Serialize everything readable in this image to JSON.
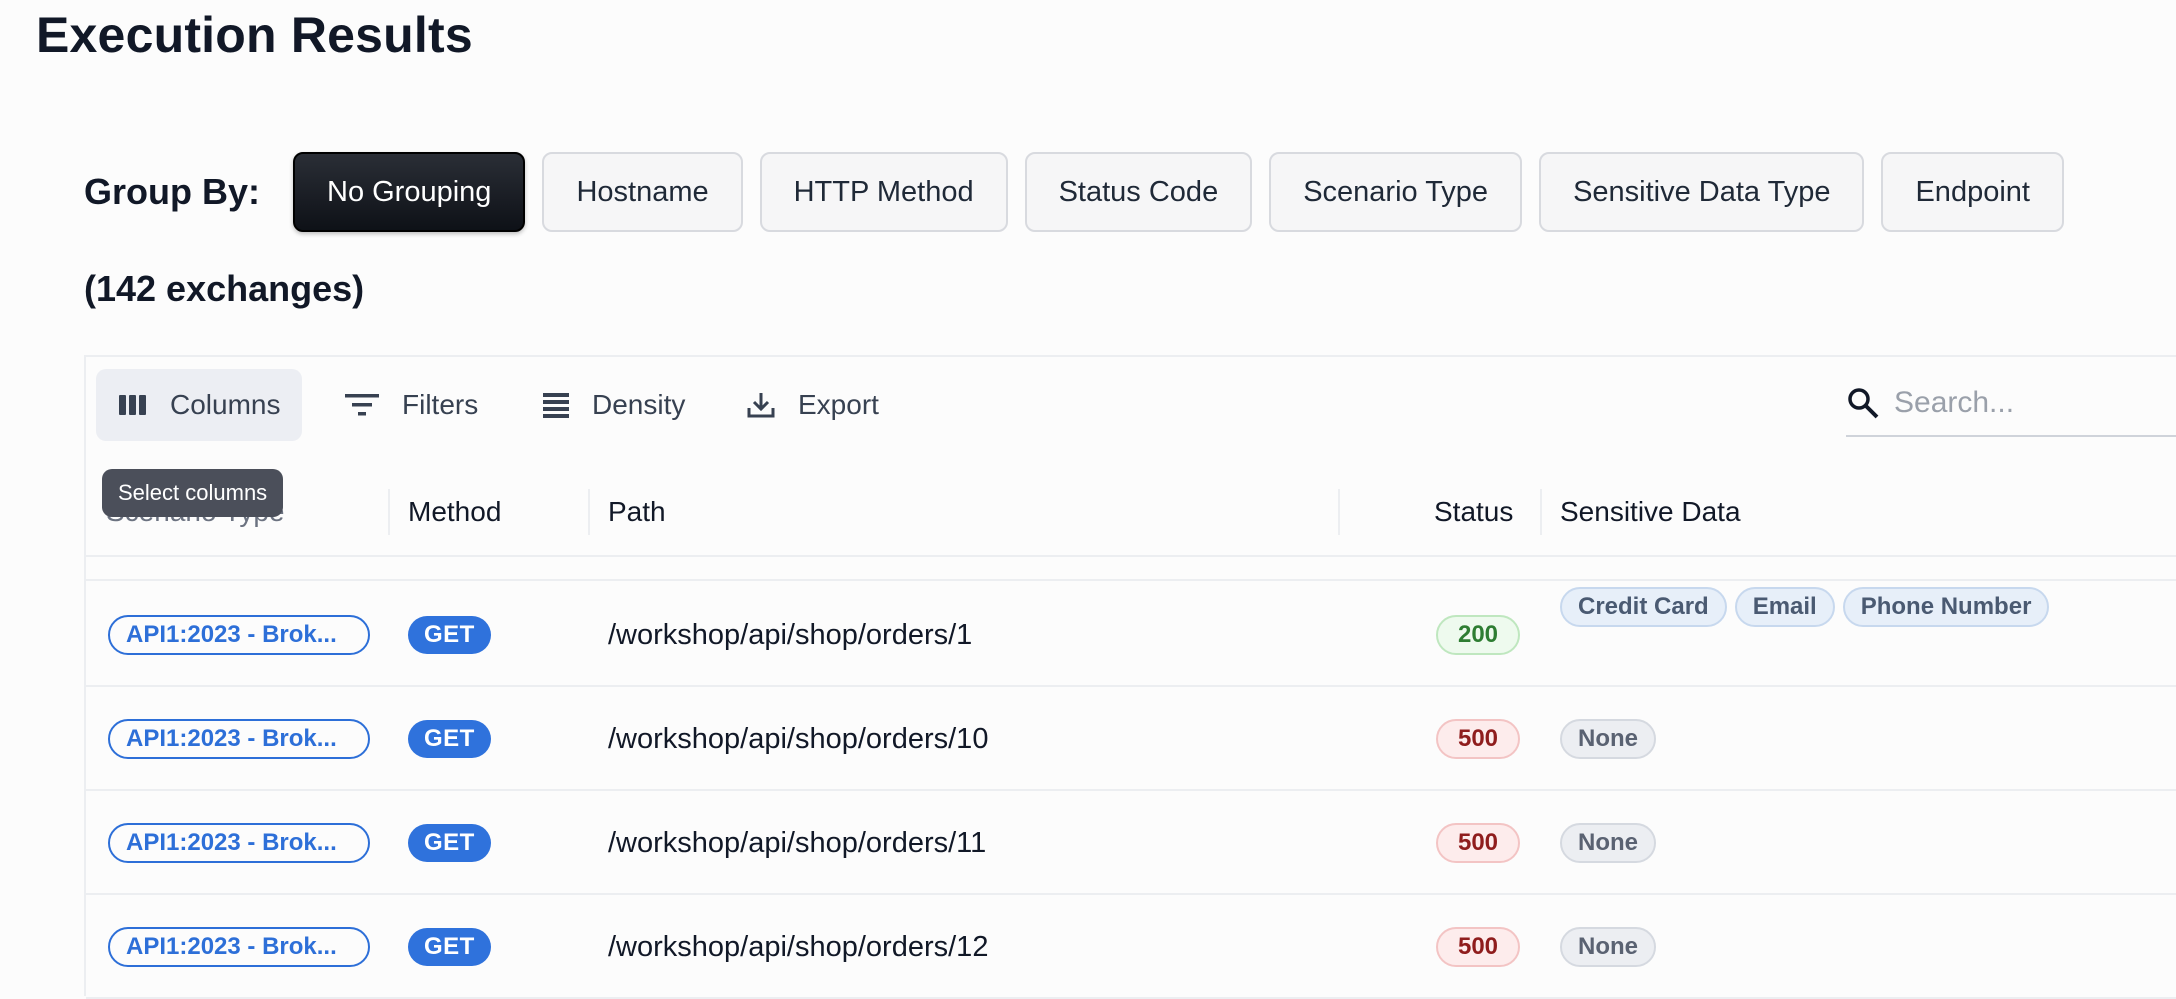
{
  "page": {
    "title": "Execution Results"
  },
  "group_by": {
    "label": "Group By:",
    "options": [
      {
        "label": "No Grouping",
        "active": true
      },
      {
        "label": "Hostname",
        "active": false
      },
      {
        "label": "HTTP Method",
        "active": false
      },
      {
        "label": "Status Code",
        "active": false
      },
      {
        "label": "Scenario Type",
        "active": false
      },
      {
        "label": "Sensitive Data Type",
        "active": false
      },
      {
        "label": "Endpoint",
        "active": false
      }
    ]
  },
  "summary": {
    "count_text": "(142 exchanges)"
  },
  "toolbar": {
    "columns_label": "Columns",
    "filters_label": "Filters",
    "density_label": "Density",
    "export_label": "Export",
    "tooltip": "Select columns",
    "search_placeholder": "Search..."
  },
  "table": {
    "columns": [
      "Scenario Type",
      "Method",
      "Path",
      "Status",
      "Sensitive Data"
    ],
    "rows": [
      {
        "scenario": "API1:2023 - Brok...",
        "method": "GET",
        "path": "/workshop/api/shop/orders/1",
        "status": "200",
        "status_kind": "ok",
        "sensitive": [
          "Credit Card",
          "Email",
          "Phone Number"
        ]
      },
      {
        "scenario": "API1:2023 - Brok...",
        "method": "GET",
        "path": "/workshop/api/shop/orders/10",
        "status": "500",
        "status_kind": "err",
        "sensitive": [
          "None"
        ]
      },
      {
        "scenario": "API1:2023 - Brok...",
        "method": "GET",
        "path": "/workshop/api/shop/orders/11",
        "status": "500",
        "status_kind": "err",
        "sensitive": [
          "None"
        ]
      },
      {
        "scenario": "API1:2023 - Brok...",
        "method": "GET",
        "path": "/workshop/api/shop/orders/12",
        "status": "500",
        "status_kind": "err",
        "sensitive": [
          "None"
        ]
      }
    ]
  },
  "colors": {
    "primary": "#2f72dc",
    "ok_text": "#2e7d32",
    "error_text": "#8f1d1d",
    "active_button": "#0e1117"
  }
}
